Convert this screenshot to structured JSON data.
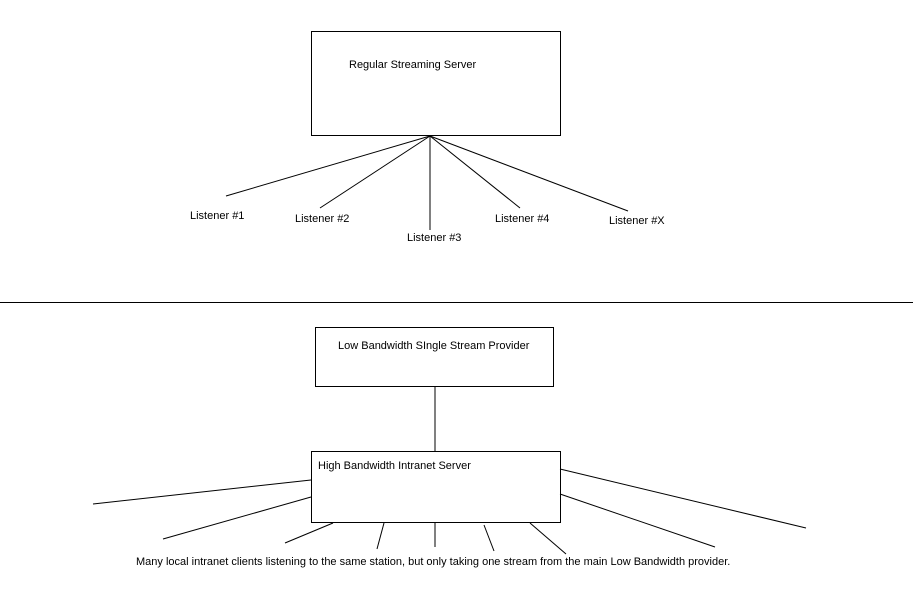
{
  "top": {
    "server": "Regular Streaming Server",
    "listeners": [
      "Listener #1",
      "Listener #2",
      "Listener #3",
      "Listener #4",
      "Listener #X"
    ]
  },
  "bottom": {
    "provider": "Low Bandwidth SIngle Stream Provider",
    "intranet_server": "High Bandwidth Intranet Server",
    "caption": "Many local intranet clients listening to the same station, but only taking one stream from the main Low Bandwidth provider."
  },
  "colors": {
    "stroke": "#000000",
    "background": "#ffffff"
  }
}
